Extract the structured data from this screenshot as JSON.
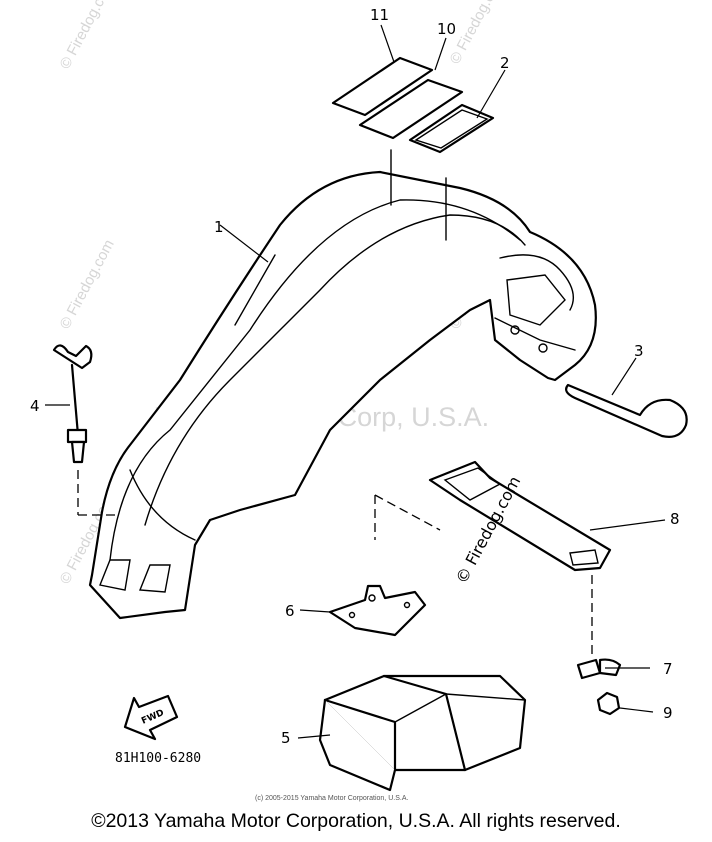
{
  "diagram": {
    "callouts": [
      "1",
      "2",
      "3",
      "4",
      "5",
      "6",
      "7",
      "8",
      "9",
      "10",
      "11"
    ],
    "part_code": "81H100-6280",
    "fwd_label": "FWD",
    "watermark_main": "Yamaha Motor Corp, U.S.A.",
    "watermark_firedog": "© Firedog.com",
    "watermark_firedog_dark": "© Firedog.com",
    "fine_print": "(c) 2005-2015 Yamaha Motor Corporation, U.S.A."
  },
  "footer": {
    "copyright": "©2013 Yamaha Motor Corporation, U.S.A. All rights reserved."
  },
  "colors": {
    "line": "#000000",
    "background": "#ffffff",
    "watermark": "#d6d6d6"
  }
}
